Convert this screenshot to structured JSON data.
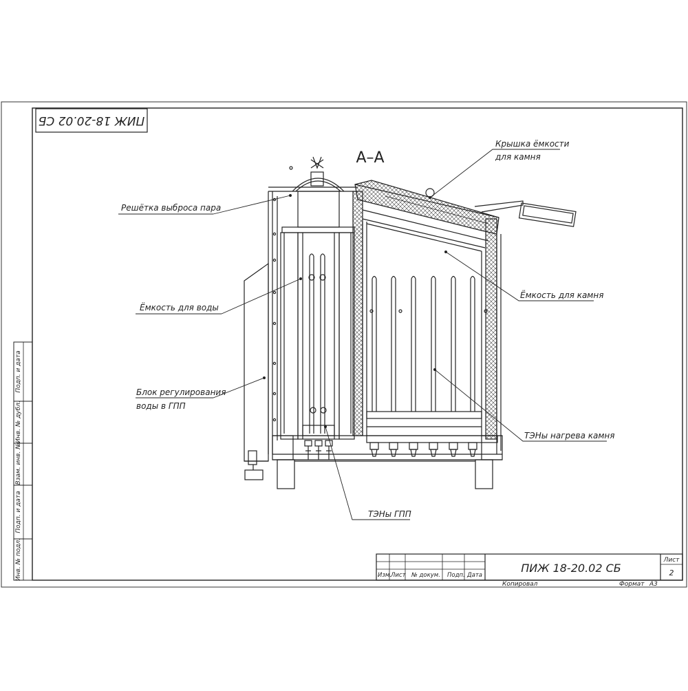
{
  "drawing": {
    "section_label": "А–А",
    "top_stamp_mirrored": "ПИЖ 18-20.02 СБ"
  },
  "callouts": {
    "lid_line1": "Крышка ёмкости",
    "lid_line2": "для камня",
    "steam_grid": "Решётка выброса пара",
    "water_tank": "Ёмкость для воды",
    "stone_tank": "Ёмкость для камня",
    "regulation_line1": "Блок регулирования",
    "regulation_line2": "воды в ГПП",
    "stone_heaters": "ТЭНы нагрева камня",
    "gpp_heaters": "ТЭНы ГПП"
  },
  "side_strip": [
    "Подп. и дата",
    "Инв. № дубл.",
    "Взам. инв. №",
    "Подп. и дата",
    "Инв. № подл."
  ],
  "title_block": {
    "headers": [
      "Изм.",
      "Лист",
      "№ докум.",
      "Подп.",
      "Дата"
    ],
    "designation": "ПИЖ 18-20.02 СБ",
    "sheet_label": "Лист",
    "sheet_number": "2",
    "copied": "Копировал",
    "format_label": "Формат",
    "format_value": "А3"
  },
  "colors": {
    "line": "#222222",
    "insulation": "#555555",
    "background": "#ffffff"
  }
}
